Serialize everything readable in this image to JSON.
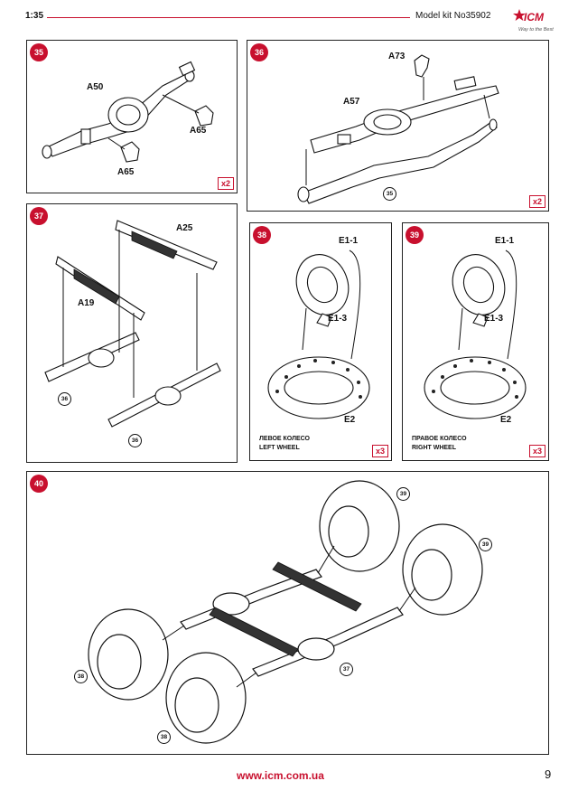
{
  "header": {
    "scale": "1:35",
    "kit": "Model kit No35902"
  },
  "logo": {
    "brand": "ICM",
    "tagline": "Way to the Best"
  },
  "steps": {
    "s35": {
      "num": "35",
      "parts": [
        "A50",
        "A65",
        "A65"
      ],
      "multiplier": "x2"
    },
    "s36": {
      "num": "36",
      "parts": [
        "A73",
        "A57"
      ],
      "ref": "35",
      "multiplier": "x2"
    },
    "s37": {
      "num": "37",
      "parts": [
        "A25",
        "A19"
      ],
      "refs": [
        "36",
        "36"
      ]
    },
    "s38": {
      "num": "38",
      "parts": [
        "E1-1",
        "E1-3",
        "E2"
      ],
      "caption_ru": "ЛЕВОЕ КОЛЕСО",
      "caption_en": "LEFT WHEEL",
      "multiplier": "x3"
    },
    "s39": {
      "num": "39",
      "parts": [
        "E1-1",
        "E1-3",
        "E2"
      ],
      "caption_ru": "ПРАВОЕ КОЛЕСО",
      "caption_en": "RIGHT WHEEL",
      "multiplier": "x3"
    },
    "s40": {
      "num": "40",
      "refs": [
        "39",
        "39",
        "37",
        "38",
        "38"
      ]
    }
  },
  "footer": {
    "url": "www.icm.com.ua",
    "page": "9"
  }
}
